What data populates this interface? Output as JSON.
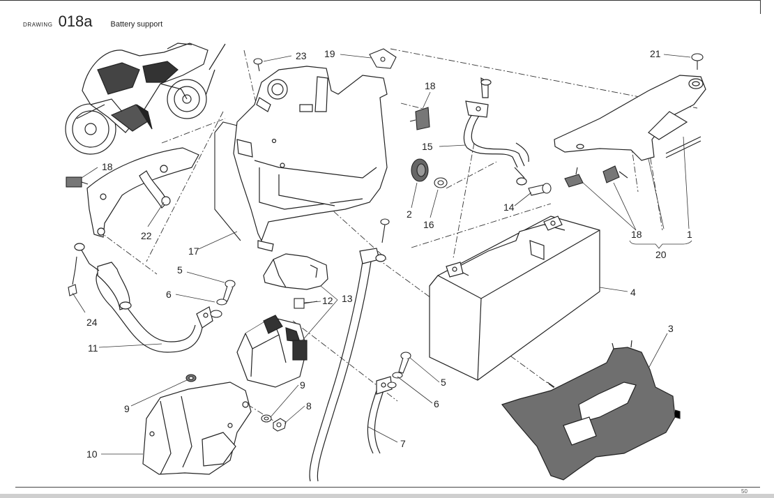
{
  "header": {
    "drawing_label": "DRAWING",
    "drawing_number": "018a",
    "title": "Battery support"
  },
  "page_number": "50",
  "callouts": {
    "c1": "1",
    "c2": "2",
    "c3": "3",
    "c4": "4",
    "c5a": "5",
    "c5b": "5",
    "c6a": "6",
    "c6b": "6",
    "c7": "7",
    "c8": "8",
    "c9a": "9",
    "c9b": "9",
    "c10": "10",
    "c11": "11",
    "c12": "12",
    "c13": "13",
    "c14": "14",
    "c15": "15",
    "c16": "16",
    "c17": "17",
    "c18a": "18",
    "c18b": "18",
    "c18c": "18",
    "c19": "19",
    "c20": "20",
    "c21": "21",
    "c22": "22",
    "c23": "23",
    "c24": "24"
  },
  "parts": [
    "motorcycle-thumbnail",
    "battery-box",
    "battery",
    "battery-holder-tray",
    "bracket-22",
    "cover-plate-1",
    "starter-solenoid",
    "solenoid-cover",
    "solenoid-bracket",
    "cable-7",
    "cable-11",
    "cable-15",
    "grommet"
  ]
}
